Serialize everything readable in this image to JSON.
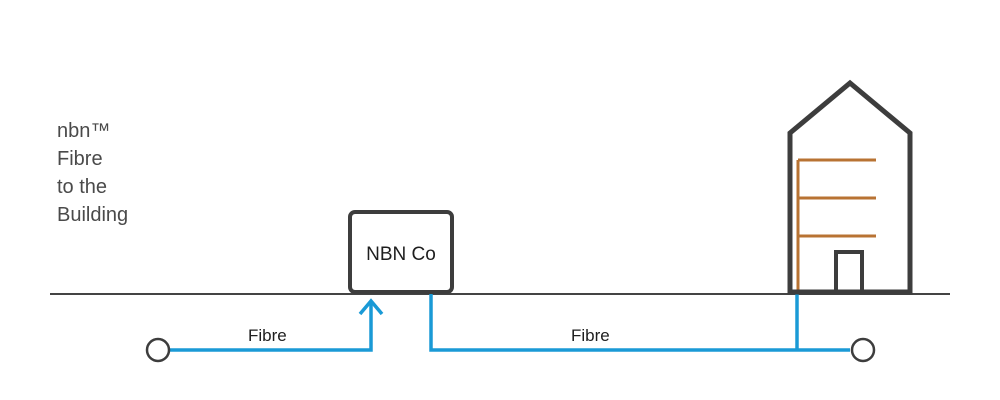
{
  "title": {
    "lines": [
      "nbn™",
      "Fibre",
      "to the",
      "Building"
    ]
  },
  "nodes": {
    "nbn_box": {
      "label": "NBN Co"
    }
  },
  "links": {
    "fibre_in": {
      "label": "Fibre"
    },
    "fibre_out": {
      "label": "Fibre"
    }
  },
  "colors": {
    "fibre": "#1a9ad6",
    "ground": "#444444",
    "outline": "#3d3d3d",
    "building_floors": "#b87333",
    "text": "#4a4a4a"
  }
}
